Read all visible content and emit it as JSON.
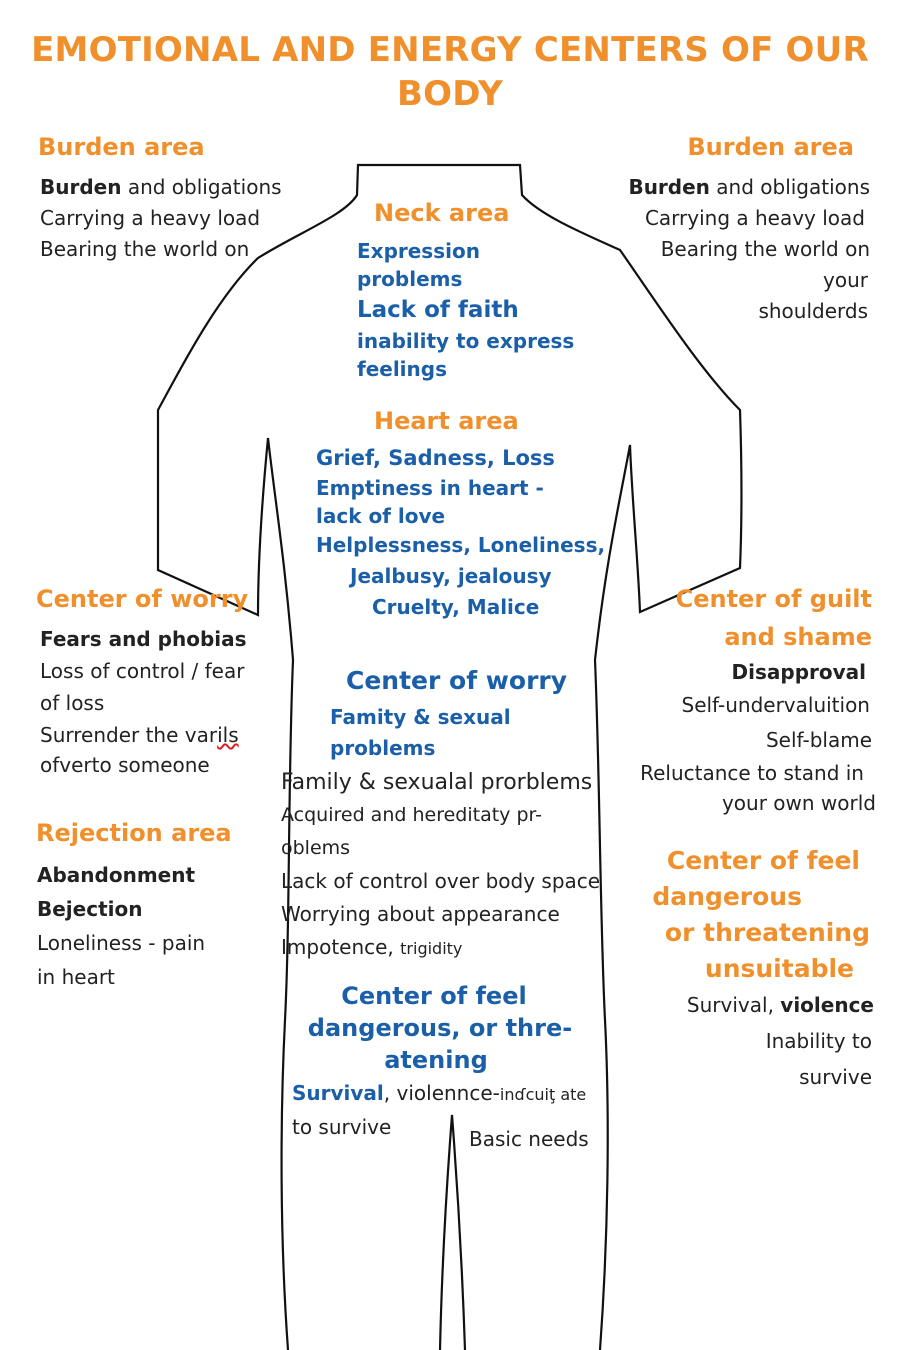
{
  "title": {
    "line1": "EMOTIONAL AND ENERGY CENTERS OF OUR",
    "line2": "BODY"
  },
  "burden_left": {
    "heading": "Burden area",
    "line1_bold": "Burden",
    "line1_rest": " and obligations",
    "line2": "Carrying a heavy load",
    "line3": "Bearing the world on"
  },
  "burden_right": {
    "heading": "Burden area",
    "line1_bold": "Burden",
    "line1_rest": " and obligations",
    "line2": "Carrying a heavy load",
    "line3": "Bearing the world on",
    "line4": "your",
    "line5": "shoulderds"
  },
  "neck": {
    "heading": "Neck area",
    "lines": [
      "Expression",
      "problems",
      "Lack of faith",
      "inability to express",
      "feelings"
    ]
  },
  "heart": {
    "heading": "Heart area",
    "lines": [
      "Grief, Sadness, Loss",
      "Emptiness in heart -",
      "lack of love",
      "Helplessness, Loneliness,",
      "Jealbusy, jealousy",
      "Cruelty, Malice"
    ]
  },
  "worry_left": {
    "heading": "Center of worry",
    "line1": "Fears and phobias",
    "line2": "Loss of control / fear",
    "line3": "of loss",
    "line4a": "Surrender the var",
    "line4b": "ils",
    "line5": "ofverto someone"
  },
  "rejection": {
    "heading": "Rejection area",
    "line1": "Abandonment",
    "line2": "Bejection",
    "line3": "Loneliness - pain",
    "line4": "in heart"
  },
  "worry_center": {
    "heading": "Center of worry",
    "blue1": "Famity & sexual",
    "blue2": "problems",
    "lines": [
      "Family & sexualal prorblems",
      "Acquired and hereditaty pr-",
      "oblems",
      "Lack of control over body space",
      "Worrying about appearance"
    ],
    "last_a": "Impotence, ",
    "last_b": "trigidity"
  },
  "guilt": {
    "heading1": "Center of guilt",
    "heading2": "and shame",
    "lines": [
      "Disapproval",
      "Self-undervaluition",
      "Self-blame",
      "Reluctance to stand in",
      "your own world"
    ]
  },
  "danger_right": {
    "heading_lines": [
      "Center of feel",
      "dangerous",
      "or threatening",
      "unsuitable"
    ],
    "line1_a": "Survival",
    "line1_b": ", ",
    "line1_c": "violence",
    "line2": "Inability to",
    "line3": "survive"
  },
  "danger_center": {
    "heading_lines": [
      "Center of feel",
      "dangerous, or thre-",
      "atening"
    ],
    "line1_a": "Survival",
    "line1_b": ", violennce-",
    "line1_c": "inɗcuiţ ate",
    "line2": "to survive",
    "line3": "Basic needs"
  },
  "colors": {
    "heading_orange": "#f0902c",
    "text_blue": "#1a5fa8",
    "text_dark": "#222222"
  }
}
